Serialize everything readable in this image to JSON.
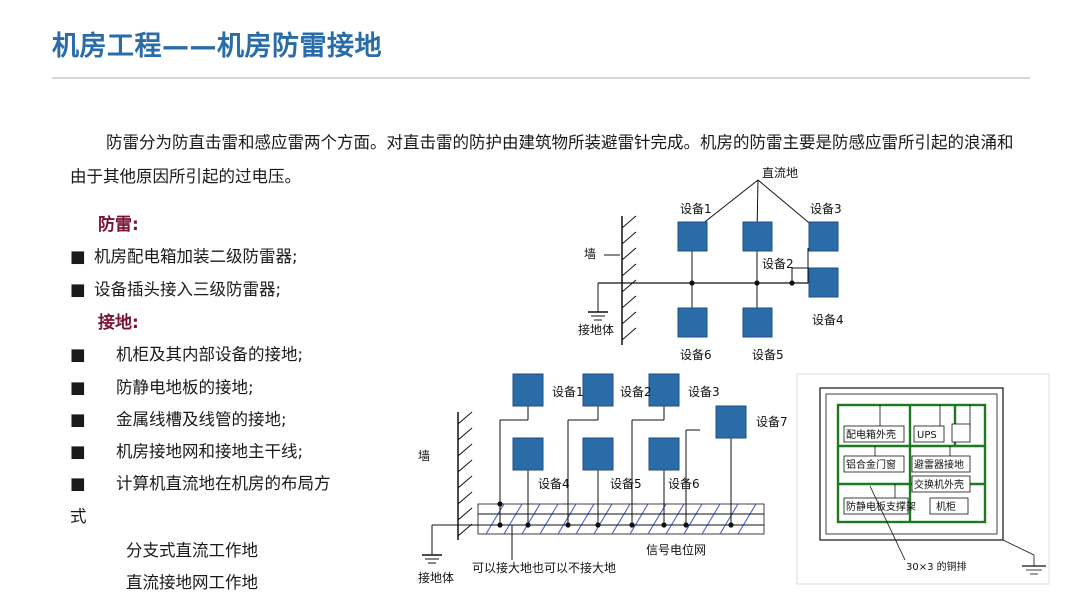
{
  "title": "机房工程——机房防雷接地",
  "intro": "防雷分为防直击雷和感应雷两个方面。对直击雷的防护由建筑物所装避雷针完成。机房的防雷主要是防感应雷所引起的浪涌和由于其他原因所引起的过电压。",
  "section_lightning": {
    "heading": "防雷:",
    "items": [
      "机房配电箱加装二级防雷器;",
      "设备插头接入三级防雷器;"
    ]
  },
  "section_grounding": {
    "heading": "接地:",
    "items": [
      "机柜及其内部设备的接地;",
      "防静电地板的接地;",
      "金属线槽及线管的接地;",
      "机房接地网和接地主干线;",
      "计算机直流地在机房的布局方"
    ],
    "items_tail": "式",
    "sub_items": [
      "分支式直流工作地",
      "直流接地网工作地"
    ]
  },
  "bullet_glyph": "■",
  "diagram1": {
    "dc_ground": "直流地",
    "wall": "墙",
    "earth": "接地体",
    "devices": [
      "设备1",
      "设备2",
      "设备3",
      "设备4",
      "设备5",
      "设备6"
    ]
  },
  "diagram2": {
    "wall": "墙",
    "earth": "接地体",
    "devices": [
      "设备1",
      "设备2",
      "设备3",
      "设备4",
      "设备5",
      "设备6",
      "设备7"
    ],
    "note": "可以接大地也可以不接大地",
    "signal_net": "信号电位网"
  },
  "diagram3": {
    "boxes": [
      "配电箱外壳",
      "UPS",
      "铝合金门窗",
      "避雷器接地",
      "交换机外壳",
      "防静电板支撑架",
      "机柜"
    ],
    "copper_bar": "30×3 的铜排"
  },
  "colors": {
    "title": "#2a6ca8",
    "heading": "#7a1434",
    "device": "#2a6ca8",
    "grid": "#1f7a1f",
    "hatch": "#3a54c8"
  }
}
